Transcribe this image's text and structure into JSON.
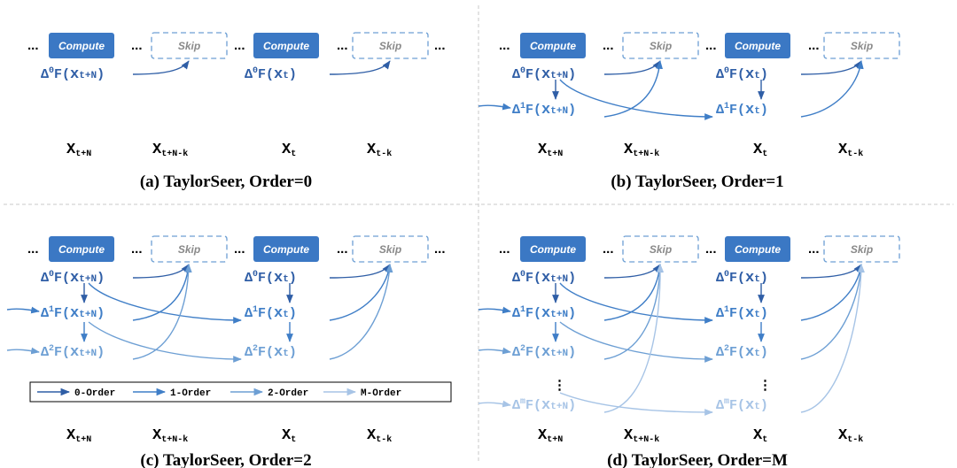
{
  "buttons": {
    "compute": "Compute",
    "skip": "Skip"
  },
  "ellipsis": "...",
  "vdots": "⋮",
  "xlabels": {
    "tN": "t+N",
    "tNk": "t+N-k",
    "t": "t",
    "tk": "t-k"
  },
  "fterms": {
    "delta": "Δ",
    "F": "F",
    "sub_N": "t+N",
    "sub_t": "t",
    "orders": [
      "0",
      "1",
      "2",
      "m"
    ]
  },
  "captions": {
    "a": "(a) TaylorSeer, Order=0",
    "b": "(b) TaylorSeer, Order=1",
    "c": "(c) TaylorSeer, Order=2",
    "d": "(d) TaylorSeer, Order=M"
  },
  "legend": [
    "0-Order",
    "1-Order",
    "2-Order",
    "M-Order"
  ],
  "colors": {
    "order0": "#2f5ea6",
    "order1": "#3f7ec7",
    "order2": "#6d9fd4",
    "orderM": "#a7c4e6",
    "compute_fill": "#3b78c4",
    "skip_border": "#6d9fd4"
  }
}
